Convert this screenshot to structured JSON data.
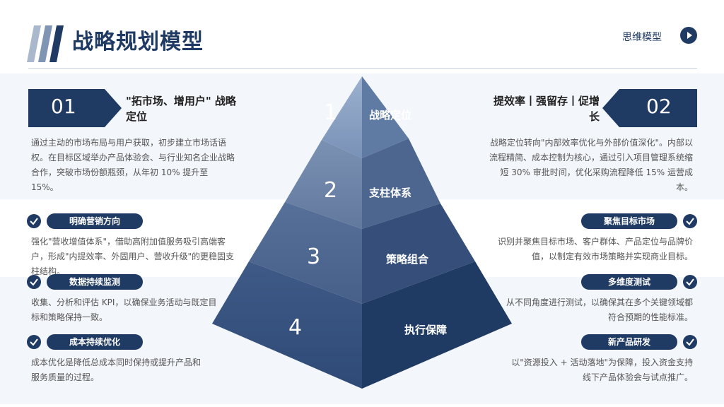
{
  "header": {
    "title": "战略规划模型",
    "top_right_label": "思维模型"
  },
  "left_panel": {
    "number": "01",
    "heading": "\"拓市场、增用户\" 战略定位",
    "paragraph": "通过主动的市场布局与用户获取，初步建立市场话语权。在目标区域举办产品体验会、与行业知名企业战略合作，突破市场份额瓶颈，从年初 10% 提升至 15%。",
    "items": [
      {
        "label": "明确营销方向",
        "text": "强化\"营收增值体系\"，借助高附加值服务吸引高端客户，形成\"内提效率、外固用户、营收升级\"的更稳固支柱结构。"
      },
      {
        "label": "数据持续监测",
        "text": "收集、分析和评估 KPI，以确保业务活动与既定目标和策略保持一致。"
      },
      {
        "label": "成本持续优化",
        "text": "成本优化是降低总成本同时保持或提升产品和服务质量的过程。"
      }
    ]
  },
  "right_panel": {
    "number": "02",
    "heading": "提效率丨强留存丨促增长",
    "paragraph": "战略定位转向\"内部效率优化与外部价值深化\"。内部以流程精简、成本控制为核心，通过引入项目管理系统缩短 30% 审批时间，优化采购流程降低 15% 运营成本。",
    "items": [
      {
        "label": "聚焦目标市场",
        "text": "识别并聚焦目标市场、客户群体、产品定位与品牌价值，以制定有效市场策略并实现商业目标。"
      },
      {
        "label": "多维度测试",
        "text": "从不同角度进行测试，以确保其在多个关键领域都符合预期的性能标准。"
      },
      {
        "label": "新产品研发",
        "text": "以\"资源投入 + 活动落地\"为保障，投入资金支持线下产品体验会与试点推广。"
      }
    ]
  },
  "pyramid": {
    "tiers": [
      {
        "number": "1",
        "label": "战略定位"
      },
      {
        "number": "2",
        "label": "支柱体系"
      },
      {
        "number": "3",
        "label": "策略组合"
      },
      {
        "number": "4",
        "label": "执行保障"
      }
    ]
  },
  "colors": {
    "primary": "#1f3a63",
    "band": "#f3f6fa",
    "stripe_light": "#a9b8cc"
  }
}
